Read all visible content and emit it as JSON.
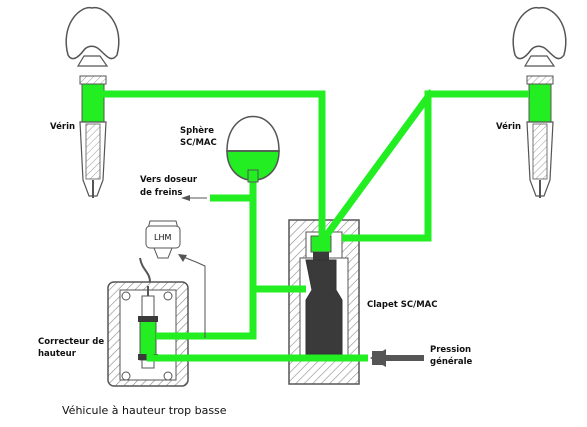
{
  "labels": {
    "verin_left": "Vérin",
    "verin_right": "Vérin",
    "sphere_line1": "Sphère",
    "sphere_line2": "SC/MAC",
    "dosage_line1": "Vers doseur",
    "dosage_line2": "de freins",
    "lhm": "LHM",
    "clapet": "Clapet SC/MAC",
    "correcteur_line1": "Correcteur de",
    "correcteur_line2": "hauteur",
    "pression_line1": "Pression",
    "pression_line2": "générale"
  },
  "caption": "Véhicule à hauteur trop basse",
  "colors": {
    "fluid": "#22ee22",
    "outline": "#555555",
    "dark_fluid": "#3a3a3a",
    "hatch": "#888888"
  }
}
